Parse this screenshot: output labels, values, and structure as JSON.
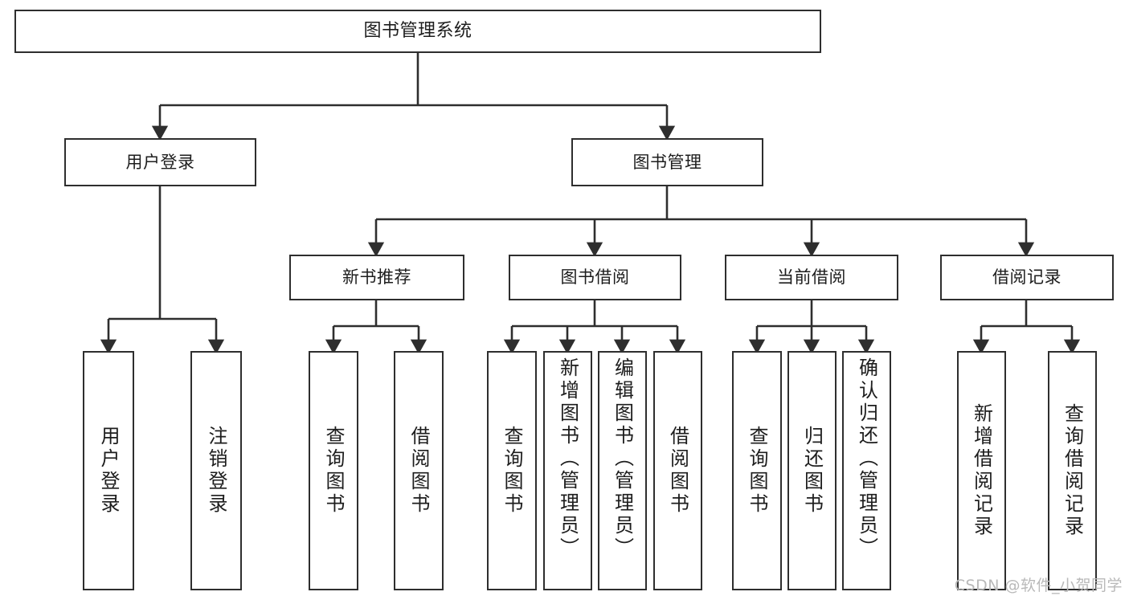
{
  "diagram": {
    "title": "图书管理系统",
    "type": "tree",
    "orientation": "top-down",
    "colors": {
      "box_border": "#2e2e2e",
      "box_fill": "#ffffff",
      "connector": "#2e2e2e",
      "text": "#1d1d1d",
      "watermark": "#b9b9b9",
      "background": "#ffffff"
    },
    "root": {
      "label": "图书管理系统"
    },
    "level2": [
      {
        "id": "user-login",
        "label": "用户登录"
      },
      {
        "id": "book-manage",
        "label": "图书管理"
      }
    ],
    "level3": [
      {
        "id": "new-book-recommend",
        "label": "新书推荐",
        "parent": "book-manage"
      },
      {
        "id": "book-borrow",
        "label": "图书借阅",
        "parent": "book-manage"
      },
      {
        "id": "current-borrow",
        "label": "当前借阅",
        "parent": "book-manage"
      },
      {
        "id": "borrow-record",
        "label": "借阅记录",
        "parent": "book-manage"
      }
    ],
    "leaves": {
      "user-login": [
        {
          "id": "leaf-user-login",
          "label": "用户登录"
        },
        {
          "id": "leaf-logout",
          "label": "注销登录"
        }
      ],
      "new-book-recommend": [
        {
          "id": "leaf-query-book-1",
          "label": "查询图书"
        },
        {
          "id": "leaf-borrow-book-1",
          "label": "借阅图书"
        }
      ],
      "book-borrow": [
        {
          "id": "leaf-query-book-2",
          "label": "查询图书"
        },
        {
          "id": "leaf-add-book",
          "label": "新增图书（管理员）"
        },
        {
          "id": "leaf-edit-book",
          "label": "编辑图书（管理员）"
        },
        {
          "id": "leaf-borrow-book-2",
          "label": "借阅图书"
        }
      ],
      "current-borrow": [
        {
          "id": "leaf-query-book-3",
          "label": "查询图书"
        },
        {
          "id": "leaf-return-book",
          "label": "归还图书"
        },
        {
          "id": "leaf-confirm-return",
          "label": "确认归还（管理员）"
        }
      ],
      "borrow-record": [
        {
          "id": "leaf-add-record",
          "label": "新增借阅记录"
        },
        {
          "id": "leaf-query-record",
          "label": "查询借阅记录"
        }
      ]
    }
  },
  "watermark": {
    "text": "CSDN @软件_小贺同学"
  }
}
